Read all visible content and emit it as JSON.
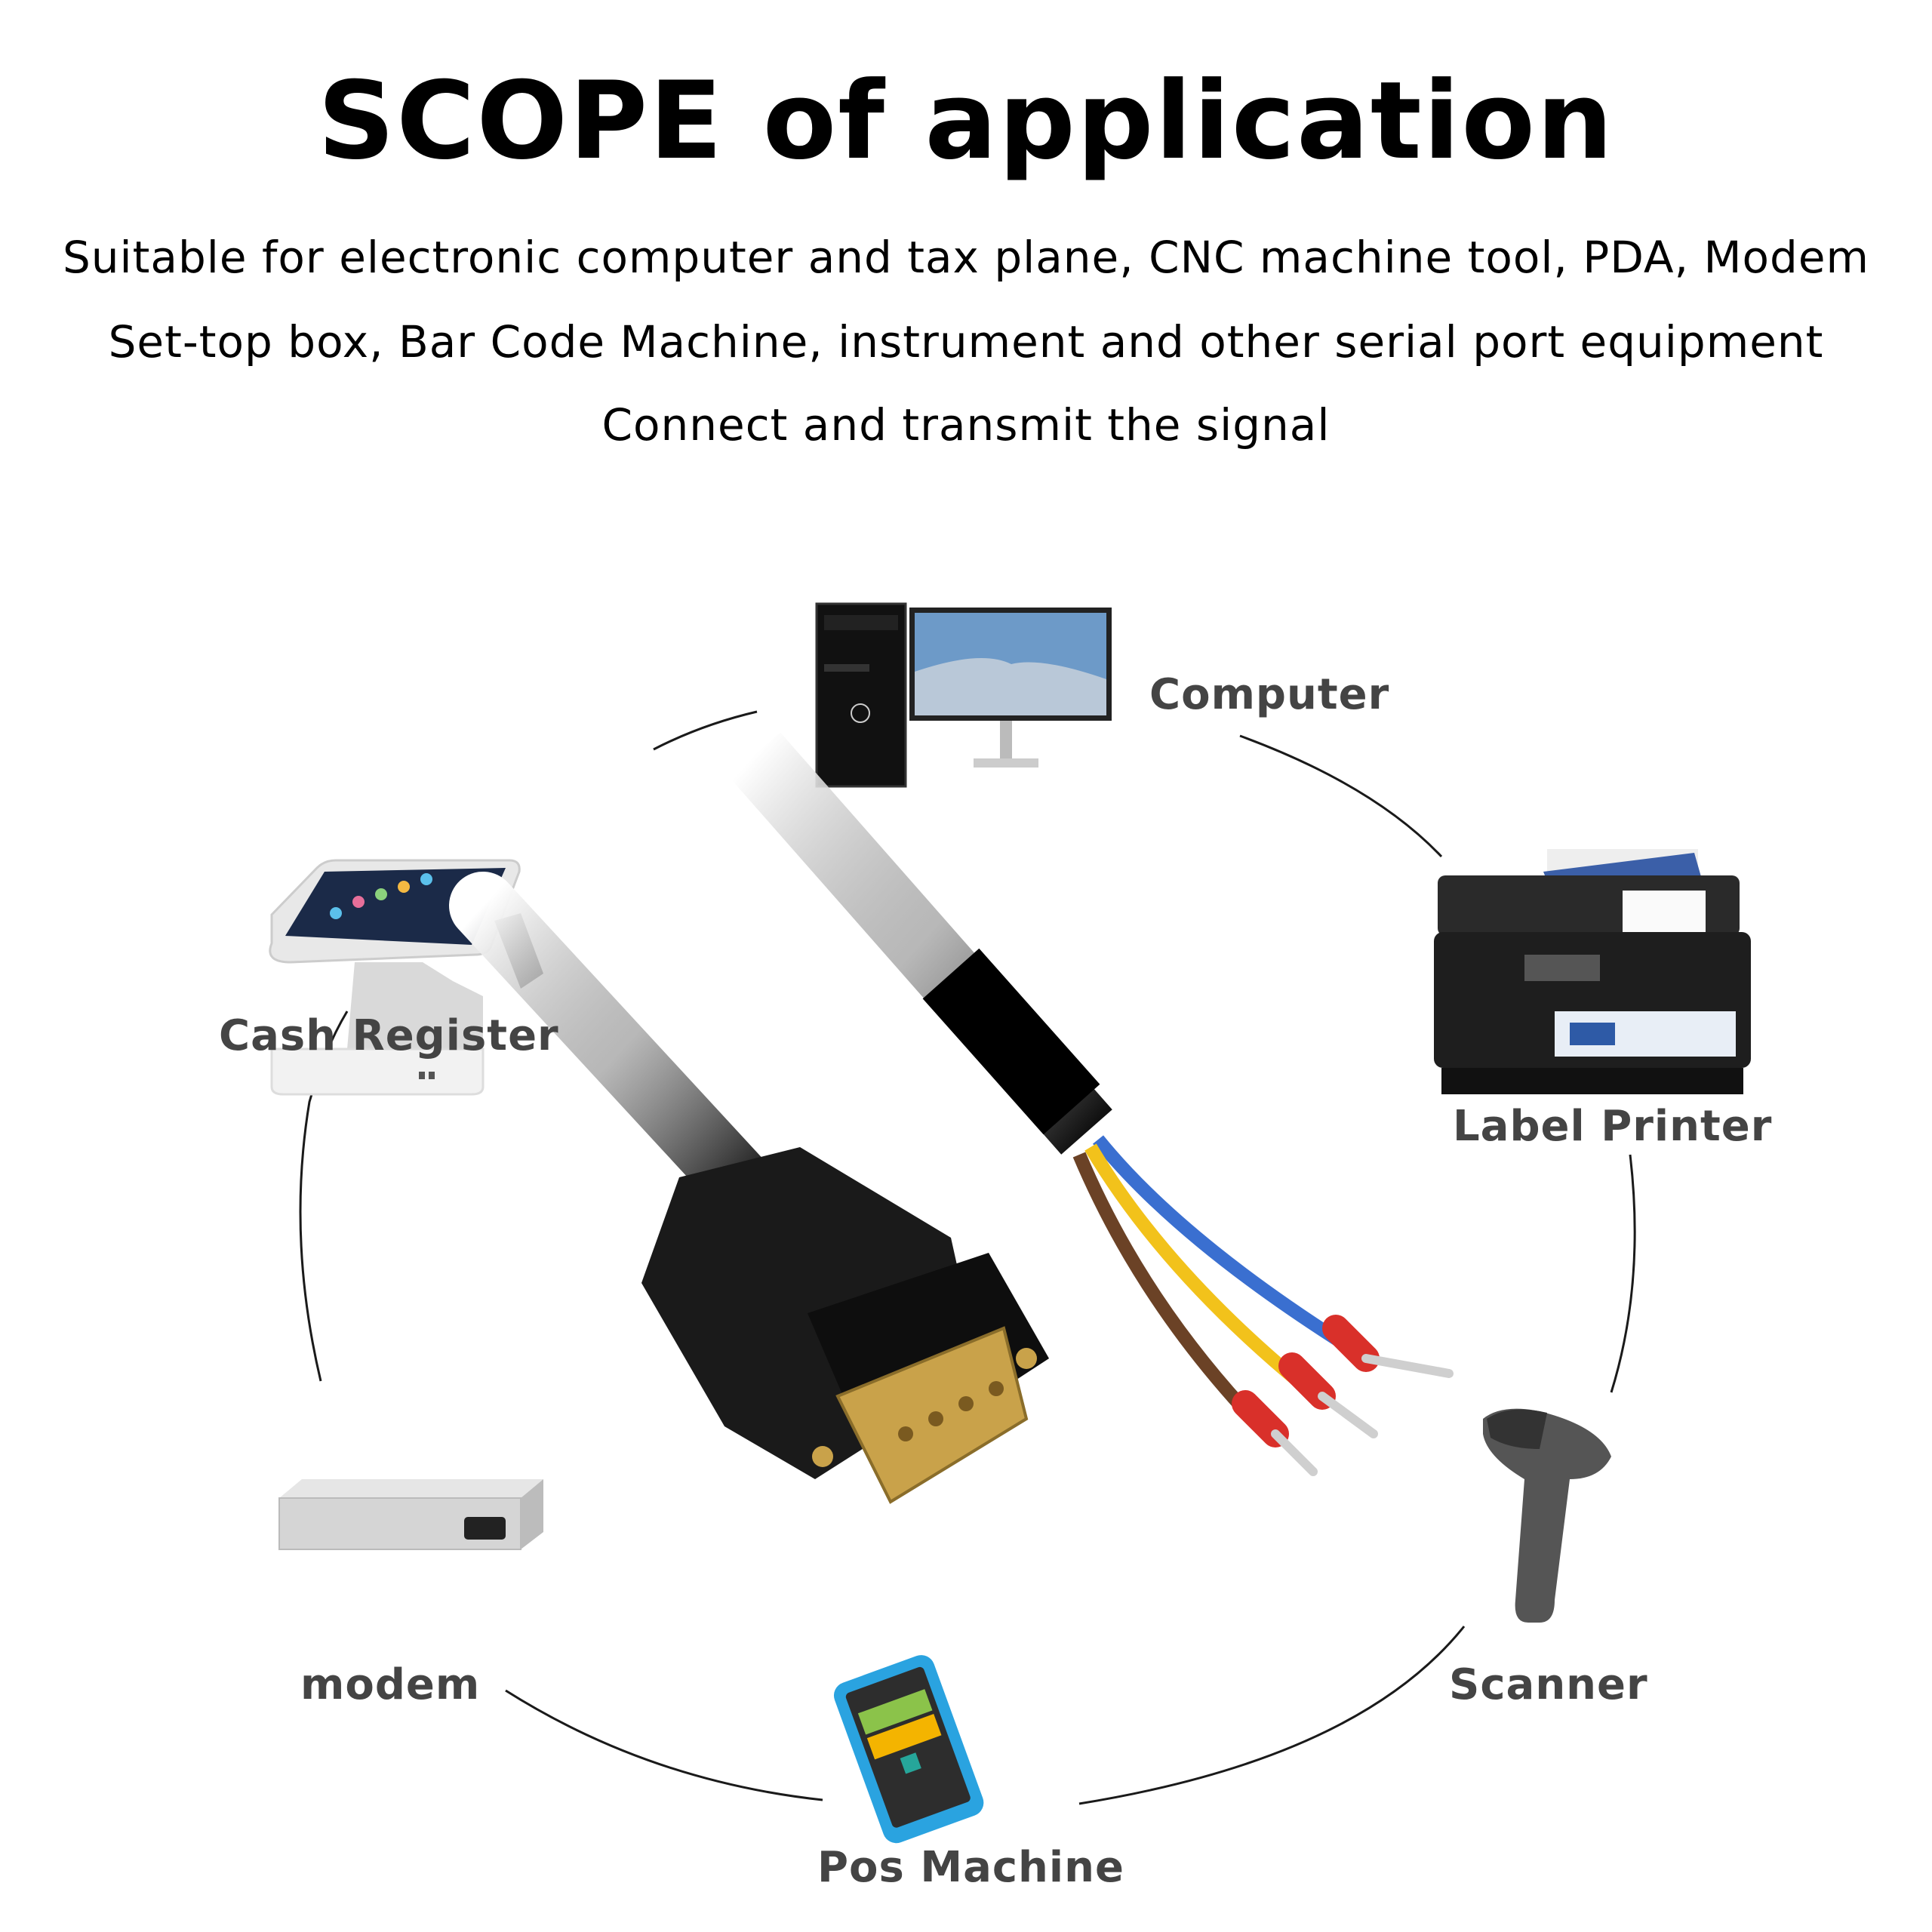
{
  "header": {
    "title": "SCOPE of application",
    "lines": [
      "Suitable for electronic computer and tax plane, CNC machine tool, PDA, Modem",
      "Set-top box, Bar Code Machine, instrument and other serial port equipment",
      "Connect and transmit the signal"
    ]
  },
  "devices": [
    {
      "id": "computer",
      "label": "Computer"
    },
    {
      "id": "cash-register",
      "label": "Cash Register"
    },
    {
      "id": "label-printer",
      "label": "Label Printer"
    },
    {
      "id": "scanner",
      "label": "Scanner"
    },
    {
      "id": "modem",
      "label": "modem"
    },
    {
      "id": "pos-machine",
      "label": "Pos Machine"
    }
  ],
  "cable": {
    "connector": "DB9 male",
    "wire_colors": [
      "#3a6fd0",
      "#f2c21b",
      "#6b4226"
    ],
    "ferrule_color": "#d9302a",
    "jacket_color": "#151515"
  },
  "colors": {
    "label_text": "#444444",
    "circle_line": "#1a1a1a",
    "pos_blue": "#2aa3e0"
  }
}
